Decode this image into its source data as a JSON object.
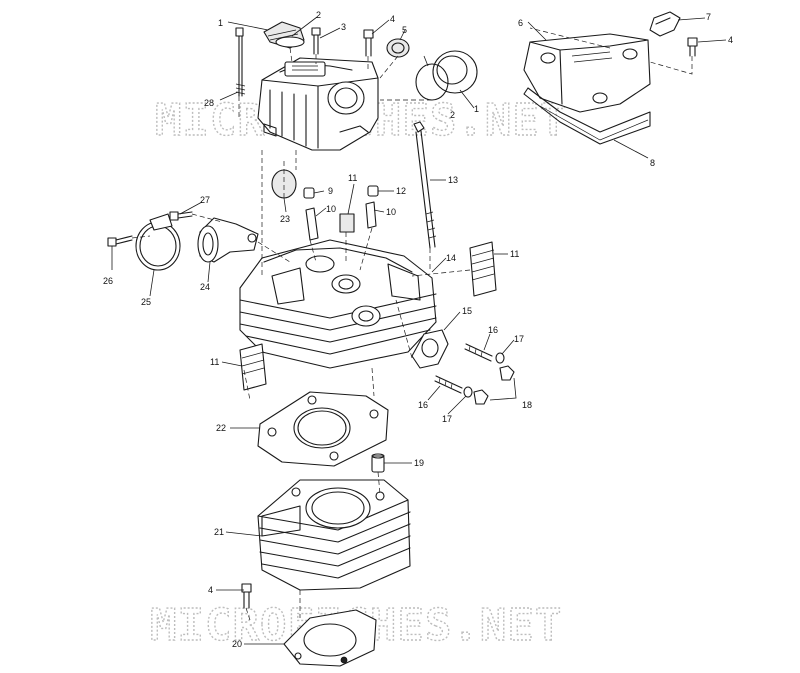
{
  "watermark": "MICROFICHES.NET",
  "callouts": [
    "1",
    "2",
    "3",
    "4",
    "5",
    "1",
    "2",
    "28",
    "6",
    "7",
    "4",
    "8",
    "27",
    "26",
    "25",
    "24",
    "23",
    "9",
    "10",
    "11",
    "12",
    "10",
    "13",
    "14",
    "11",
    "15",
    "16",
    "17",
    "11",
    "16",
    "17",
    "18",
    "22",
    "19",
    "21",
    "4",
    "20"
  ]
}
